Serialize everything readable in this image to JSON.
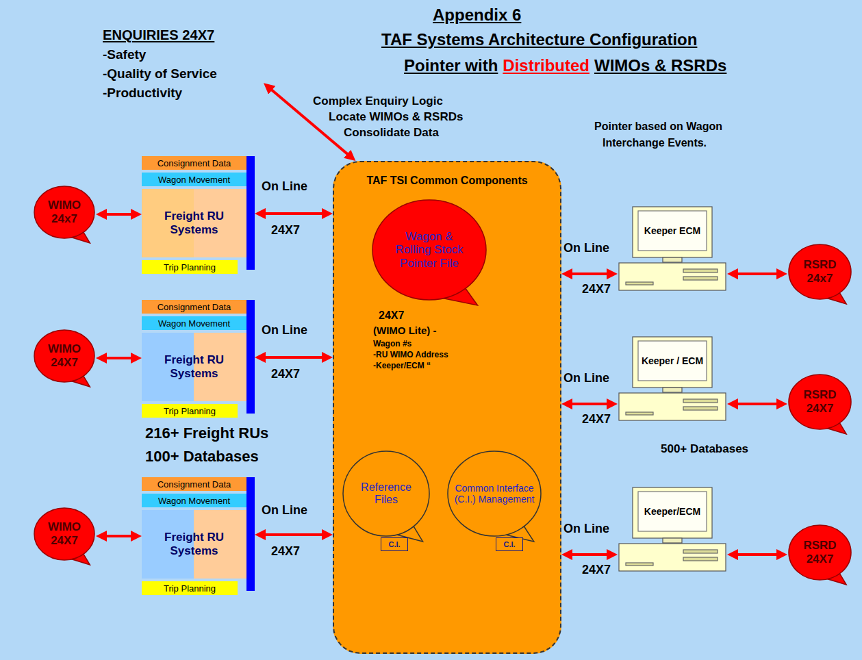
{
  "diagram": {
    "title": "Appendix 6",
    "nodes": [
      {
        "text": [
          "ENQUIRIES 24X7",
          "-Safety",
          "-Quality of Service",
          "-Productivity"
        ]
      },
      {
        "text": [
          "Freight RU Systems"
        ]
      },
      {
        "text": [
          "Consignment Data"
        ],
        "in": 1
      },
      {
        "text": [
          "Wagon Movement"
        ],
        "in": 1
      },
      {
        "text": [
          "Trip Planning"
        ],
        "in": 1
      },
      {
        "text": [
          "WIMO 24x7"
        ]
      },
      {
        "text": [
          "TAF TSI Common Components"
        ]
      },
      {
        "text": [
          "Wagon & Rolling Stock Pointer File"
        ],
        "in": 6
      },
      {
        "text": [
          "Reference Files"
        ],
        "in": 6
      },
      {
        "text": [
          "C.I."
        ],
        "in": 8
      },
      {
        "text": [
          "Common Interface (C.I.) Management"
        ],
        "in": 6
      },
      {
        "text": [
          "C.I."
        ],
        "in": 10
      },
      {
        "text": [
          "Keeper ECM"
        ]
      },
      {
        "text": [
          "RSRD 24x7"
        ]
      },
      {
        "text": [
          "Freight RU Systems"
        ]
      },
      {
        "text": [
          "Consignment Data"
        ],
        "in": 14
      },
      {
        "text": [
          "Wagon Movement"
        ],
        "in": 14
      },
      {
        "text": [
          "Trip Planning"
        ],
        "in": 14
      },
      {
        "text": [
          "WIMO 24X7"
        ]
      },
      {
        "text": [
          "Keeper / ECM"
        ]
      },
      {
        "text": [
          "RSRD 24X7"
        ]
      },
      {
        "text": [
          "Freight RU Systems"
        ]
      },
      {
        "text": [
          "Consignment Data"
        ],
        "in": 21
      },
      {
        "text": [
          "Wagon Movement"
        ],
        "in": 21
      },
      {
        "text": [
          "Trip Planning"
        ],
        "in": 21
      },
      {
        "text": [
          "WIMO 24X7"
        ]
      },
      {
        "text": [
          "Keeper/ECM"
        ]
      },
      {
        "text": [
          "RSRD 24X7"
        ]
      }
    ],
    "edges": [
      {
        "from": 0,
        "to": 6,
        "arrow": "both"
      },
      {
        "from": 5,
        "to": 1,
        "arrow": "both"
      },
      {
        "from": 1,
        "to": 6,
        "arrow": "both"
      },
      {
        "from": 18,
        "to": 14,
        "arrow": "both"
      },
      {
        "from": 14,
        "to": 6,
        "arrow": "both"
      },
      {
        "from": 25,
        "to": 21,
        "arrow": "both"
      },
      {
        "from": 21,
        "to": 6,
        "arrow": "both"
      },
      {
        "from": 6,
        "to": 12,
        "arrow": "both"
      },
      {
        "from": 12,
        "to": 13,
        "arrow": "both"
      },
      {
        "from": 6,
        "to": 19,
        "arrow": "both"
      },
      {
        "from": 19,
        "to": 20,
        "arrow": "both"
      },
      {
        "from": 6,
        "to": 26,
        "arrow": "both"
      },
      {
        "from": 26,
        "to": 27,
        "arrow": "both"
      }
    ],
    "labels": [
      "TAF Systems Architecture Configuration",
      "Pointer with",
      "Distributed",
      "WIMOs & RSRDs",
      "Complex Enquiry Logic",
      "Locate WIMOs & RSRDs",
      "Consolidate Data",
      "Pointer based on Wagon",
      "Interchange Events.",
      "On Line",
      "24X7",
      "24X7",
      "(WIMO Lite) -",
      "Wagon #s",
      "-RU WIMO Address",
      "-Keeper/ECM “",
      "On Line",
      "24X7",
      "On Line",
      "24X7",
      "On Line",
      "24X7",
      "216+ Freight RUs",
      "100+ Databases",
      "500+ Databases",
      "On Line",
      "24X7",
      "On Line",
      "24X7"
    ]
  }
}
